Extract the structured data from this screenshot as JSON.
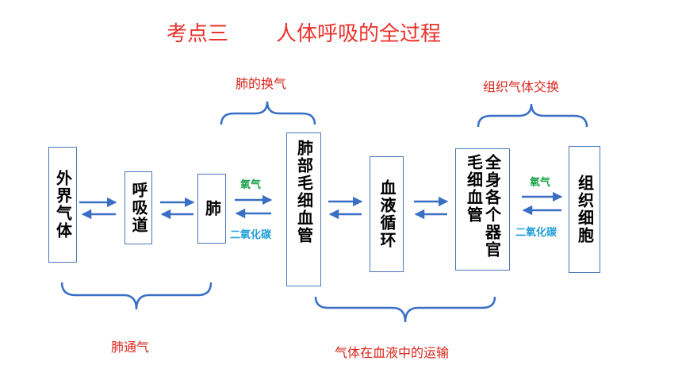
{
  "title": {
    "part": "考点三",
    "text": "人体呼吸的全过程"
  },
  "labels": {
    "lung_exchange": "肺的换气",
    "tissue_exchange": "组织气体交换",
    "lung_ventilation": "肺通气",
    "blood_transport": "气体在血液中的运输"
  },
  "boxes": {
    "outside_air": "外界气体",
    "airway": "呼吸道",
    "lung": "肺",
    "lung_capillary": "肺部毛细血管",
    "blood_circulation": "血液循环",
    "body_capillary": "全身各个器官毛细血管",
    "tissue_cells": "组织细胞"
  },
  "gases": {
    "lung_o2": "氧气",
    "lung_co2": "二氧化碳",
    "tissue_o2": "氧气",
    "tissue_co2": "二氧化碳"
  },
  "colors": {
    "title": "#e8322b",
    "label": "#d9261c",
    "arrow": "#3a6fc4",
    "brace": "#3a6fc4",
    "box_border": "#4a77b5",
    "oxygen": "#1aa34a",
    "carbon_dioxide": "#22a0d8"
  }
}
